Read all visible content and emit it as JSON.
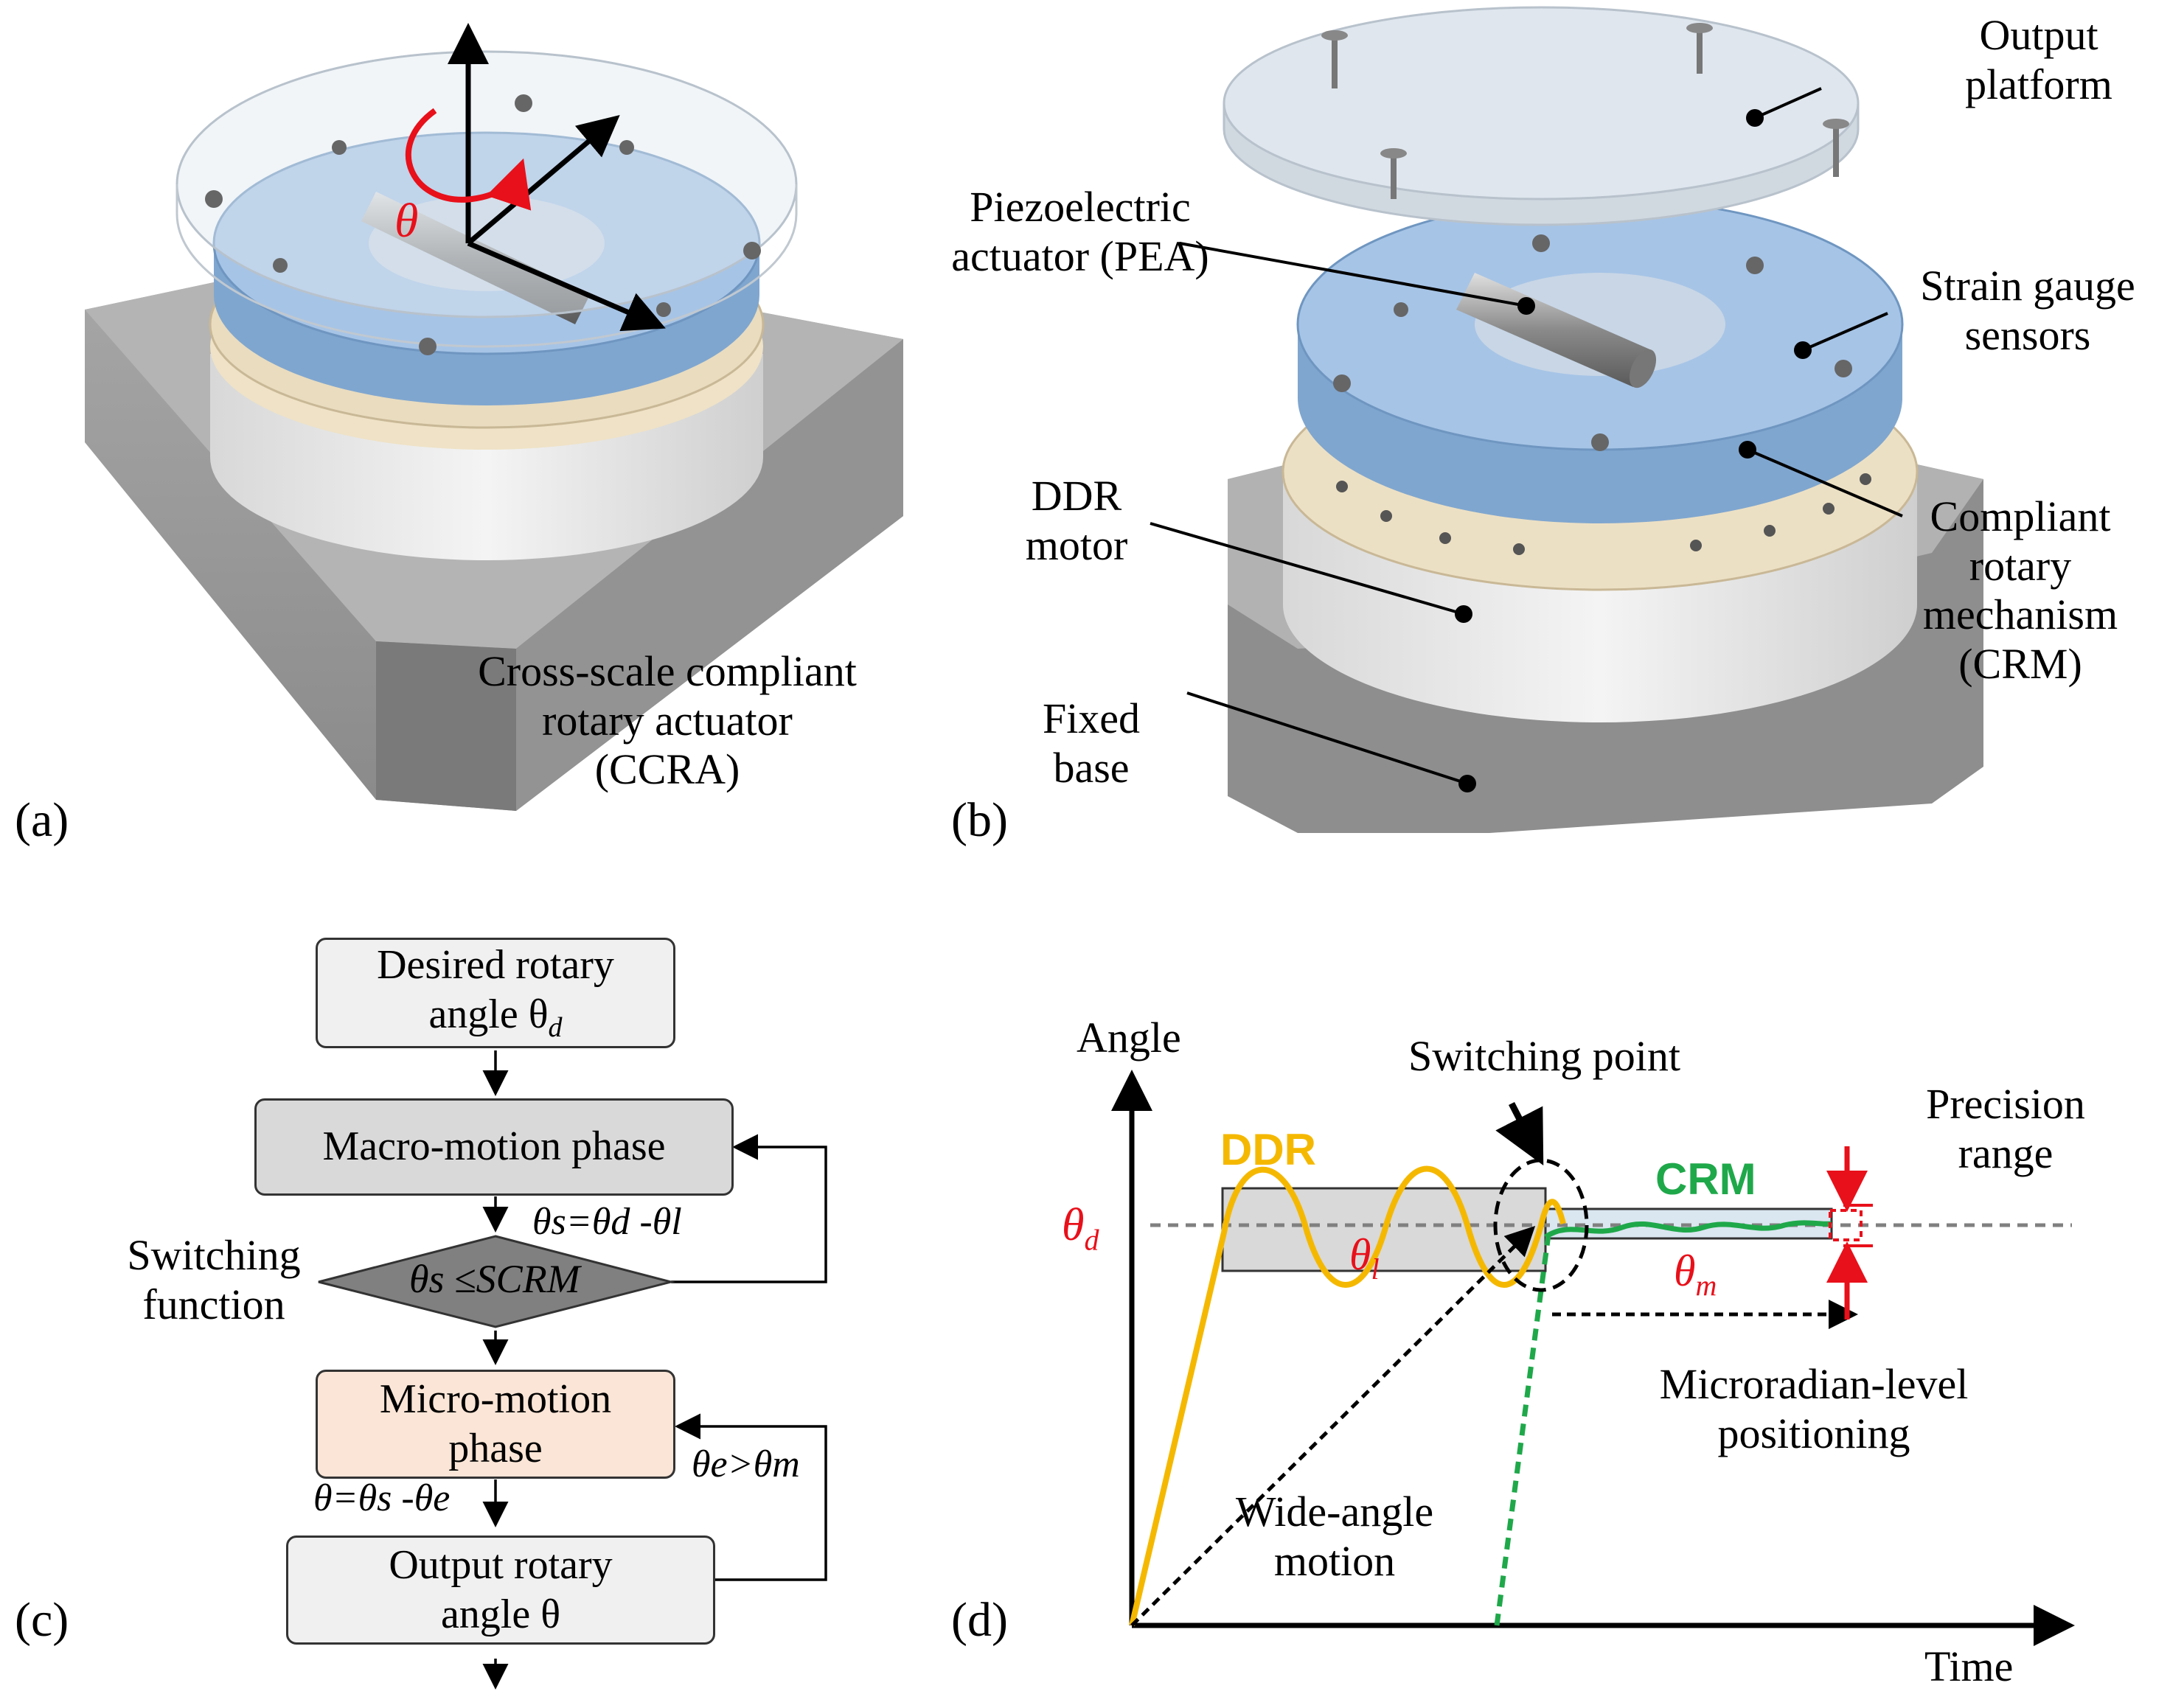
{
  "panels": {
    "a": "(a)",
    "b": "(b)",
    "c": "(c)",
    "d": "(d)"
  },
  "panel_a": {
    "theta": "θ",
    "caption_line1": "Cross-scale  compliant",
    "caption_line2": "rotary actuator",
    "caption_line3": "(CCRA)"
  },
  "panel_b": {
    "output_platform_1": "Output",
    "output_platform_2": "platform",
    "pea_1": "Piezoelectric",
    "pea_2": "actuator (PEA)",
    "strain_1": "Strain gauge",
    "strain_2": "sensors",
    "ddr_1": "DDR",
    "ddr_2": "motor",
    "crm_1": "Compliant",
    "crm_2": "rotary",
    "crm_3": "mechanism",
    "crm_4": "(CRM)",
    "base_1": "Fixed",
    "base_2": "base"
  },
  "panel_c": {
    "box1_line1": "Desired rotary",
    "box1_line2": "angle θ",
    "box1_sub": "d",
    "box2": "Macro-motion phase",
    "eq1": "θs=θd -θl",
    "diamond": "θs ≤SCRM",
    "switch_1": "Switching",
    "switch_2": "function",
    "box3_line1": "Micro-motion",
    "box3_line2": "phase",
    "eq2": "θ=θs -θe",
    "eq3": "θe>θm",
    "box4_line1": "Output rotary",
    "box4_line2": "angle θ",
    "colors": {
      "box_light": "#f0f0f0",
      "box_gray": "#d9d9d9",
      "box_orange": "#fbe5d6",
      "diamond": "#808080"
    }
  },
  "panel_d": {
    "y_label": "Angle",
    "x_label": "Time",
    "switching_point": "Switching point",
    "ddr": "DDR",
    "crm": "CRM",
    "theta_d": "θd",
    "theta_l": "θl",
    "theta_m": "θm",
    "precision_1": "Precision",
    "precision_2": "range",
    "micro_1": "Microradian-level",
    "micro_2": "positioning",
    "wide_1": "Wide-angle",
    "wide_2": "motion",
    "colors": {
      "ddr": "#f5b800",
      "crm": "#1fa84a",
      "target": "#e8101a",
      "dashed": "#808080"
    }
  }
}
